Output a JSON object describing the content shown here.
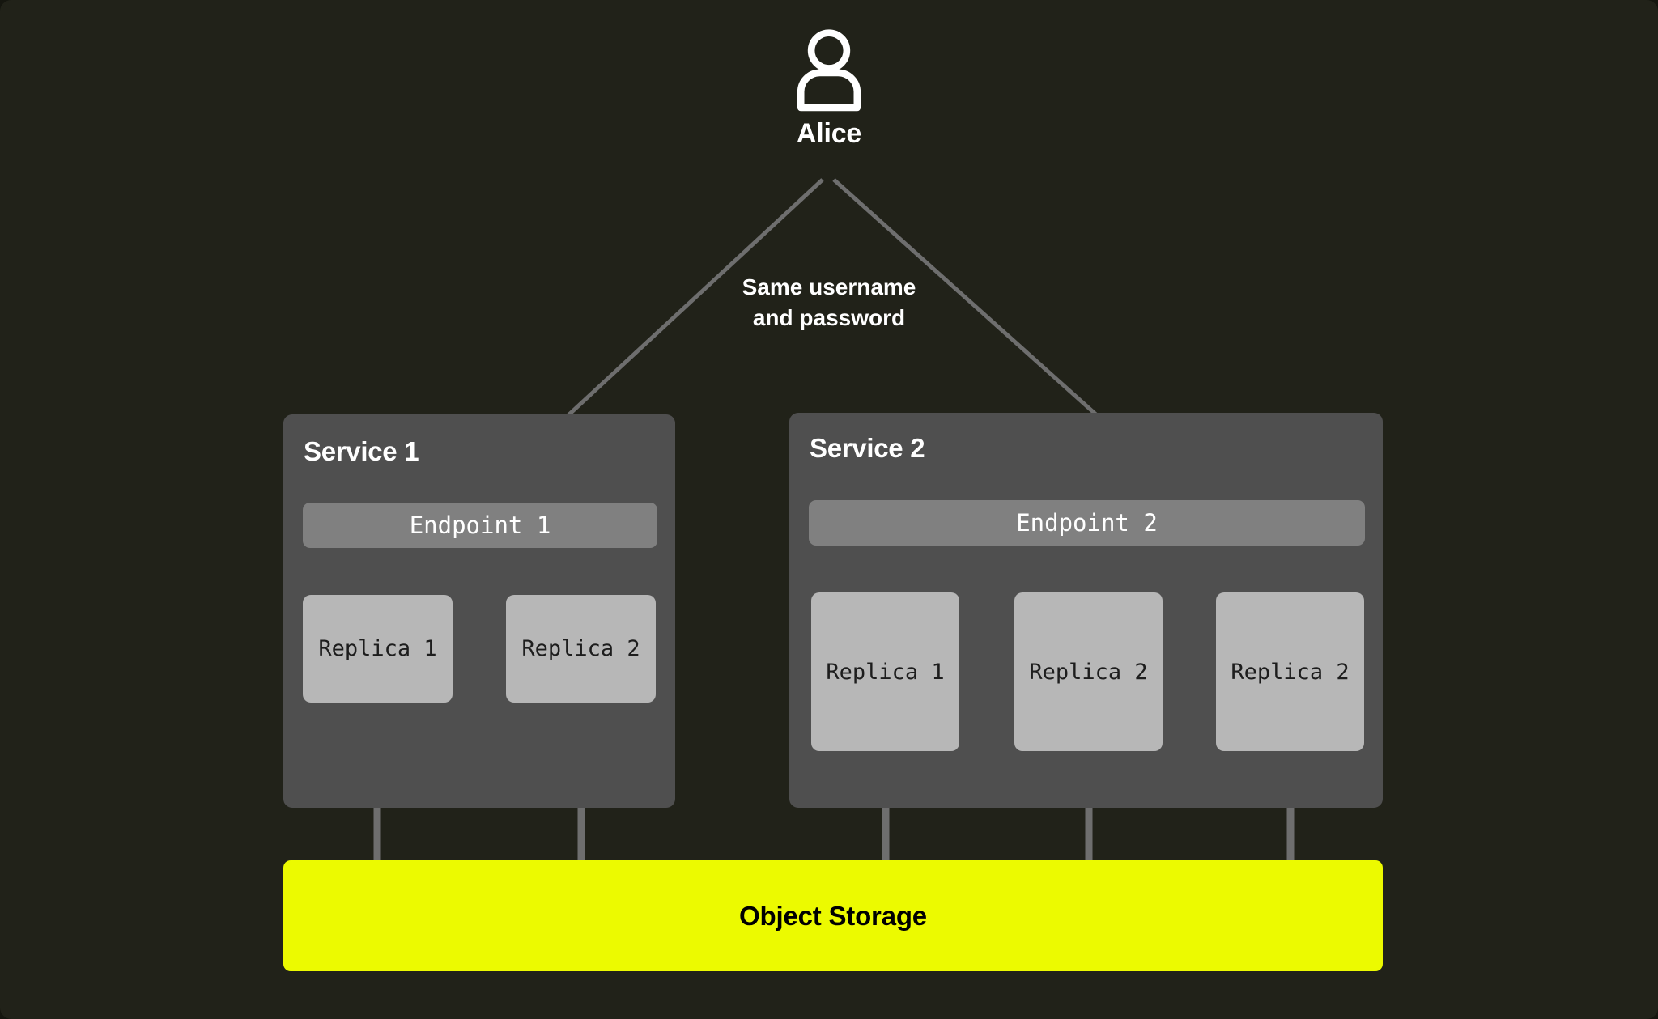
{
  "canvas": {
    "background_color": "#212219"
  },
  "actor": {
    "icon": "person-icon",
    "label": "Alice"
  },
  "flow_note": {
    "line1": "Same username",
    "line2": "and password"
  },
  "services": [
    {
      "id": "service-1",
      "title": "Service 1",
      "endpoint": "Endpoint 1",
      "replicas": [
        "Replica 1",
        "Replica 2"
      ]
    },
    {
      "id": "service-2",
      "title": "Service 2",
      "endpoint": "Endpoint 2",
      "replicas": [
        "Replica 1",
        "Replica 2",
        "Replica 2"
      ]
    }
  ],
  "storage": {
    "label": "Object Storage",
    "color": "#ecfa00"
  },
  "colors": {
    "background": "#212219",
    "panel": "#4f4f4f",
    "endpoint": "#808080",
    "replica": "#b7b7b7",
    "connector": "#6e6e6e",
    "arrow": "#6e6e6e",
    "text_light": "#ffffff",
    "text_dark": "#1d1d1d",
    "accent": "#ecfa00"
  }
}
